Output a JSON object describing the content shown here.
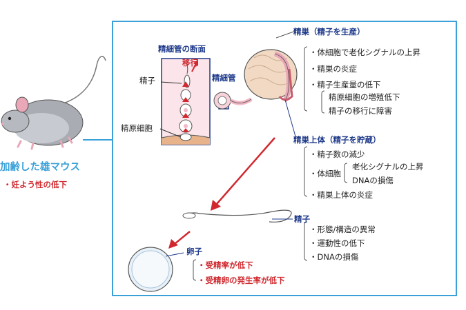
{
  "mouse": {
    "title": "加齢した雄マウス",
    "effect": "・妊よう性の低下"
  },
  "cross_section": {
    "title": "精細管の断面",
    "migration": "移行",
    "sperm": "精子",
    "spermatogonia": "精原細胞"
  },
  "seminiferous_tubule": "精細管",
  "testis": {
    "title": "精巣（精子を生産）",
    "items": [
      "・体細胞で老化シグナルの上昇",
      "・精巣の炎症",
      "・精子生産量の低下"
    ],
    "subitems": [
      "精原細胞の増殖低下",
      "精子の移行に障害"
    ]
  },
  "epididymis": {
    "title": "精巣上体（精子を貯蔵）",
    "item1": "・精子数の減少",
    "somatic_label": "・体細胞",
    "somatic_subitems": [
      "老化シグナルの上昇",
      "DNAの損傷"
    ],
    "item3": "・精巣上体の炎症"
  },
  "sperm": {
    "title": "精子",
    "items": [
      "・形態/構造の異常",
      "・運動性の低下",
      "・DNAの損傷"
    ]
  },
  "egg": {
    "title": "卵子",
    "items": [
      "・受精率が低下",
      "・受精卵の発生率が低下"
    ]
  },
  "colors": {
    "frame": "#3aa0d8",
    "navy": "#1f3a8a",
    "red": "#d0282e",
    "pink": "#f3b9c6"
  }
}
